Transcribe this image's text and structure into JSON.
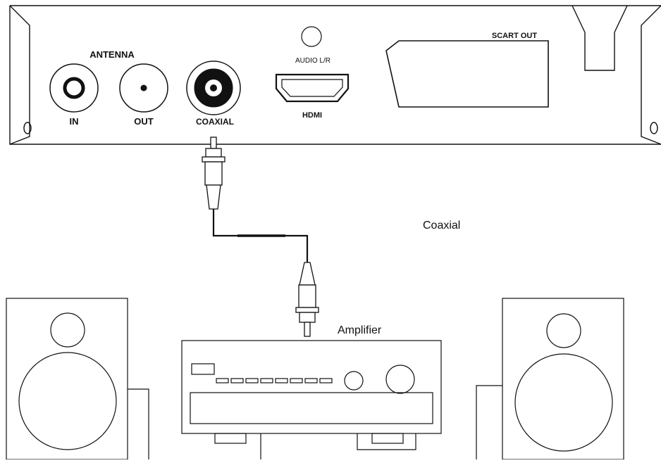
{
  "diagram": {
    "receiver": {
      "ports": {
        "antenna_label": "ANTENNA",
        "in_label": "IN",
        "out_label": "OUT",
        "coaxial_label": "COAXIAL",
        "audio_label": "AUDIO L/R",
        "hdmi_label": "HDMI",
        "scart_label": "SCART OUT"
      }
    },
    "cable_label": "Coaxial",
    "amplifier_label": "Amplifier"
  },
  "colors": {
    "line": "#111111",
    "background": "#ffffff"
  }
}
